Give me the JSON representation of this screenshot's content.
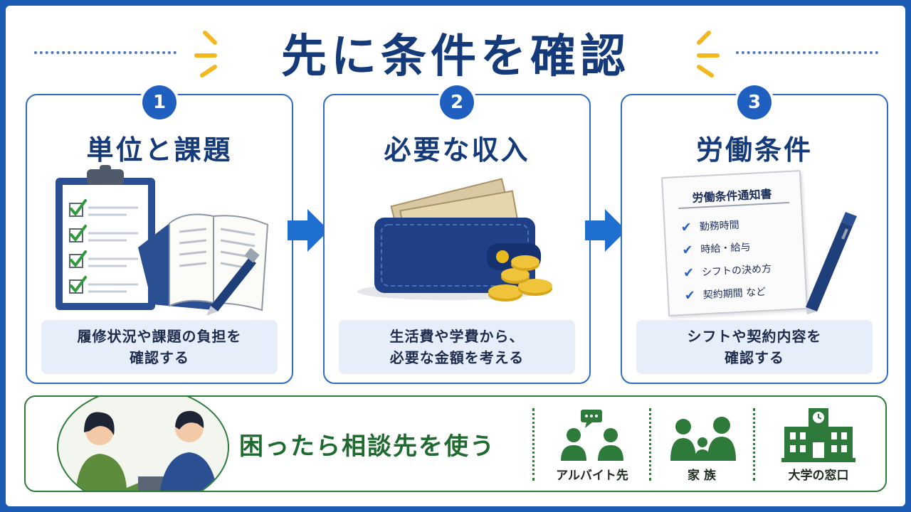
{
  "title": "先に条件を確認",
  "steps": [
    {
      "number": "1",
      "title": "単位と課題",
      "caption": [
        "履修状況や課題の負担を",
        "確認する"
      ]
    },
    {
      "number": "2",
      "title": "必要な収入",
      "caption": [
        "生活費や学費から、",
        "必要な金額を考える"
      ]
    },
    {
      "number": "3",
      "title": "労働条件",
      "caption": [
        "シフトや契約内容を",
        "確認する"
      ],
      "document": {
        "title": "労働条件通知書",
        "items": [
          "勤務時間",
          "時給・給与",
          "シフトの決め方",
          "契約期間 など"
        ]
      }
    }
  ],
  "consult": {
    "title": "困ったら相談先を使う",
    "resources": [
      {
        "label": "アルバイト先",
        "icon": "coworkers-chat-icon"
      },
      {
        "label": "家 族",
        "icon": "family-icon"
      },
      {
        "label": "大学の窓口",
        "icon": "university-building-icon"
      }
    ]
  },
  "colors": {
    "navy": "#143a7a",
    "blue": "#1f5fbf",
    "green": "#2e7a3a",
    "caption_bg": "#e6eef9"
  }
}
